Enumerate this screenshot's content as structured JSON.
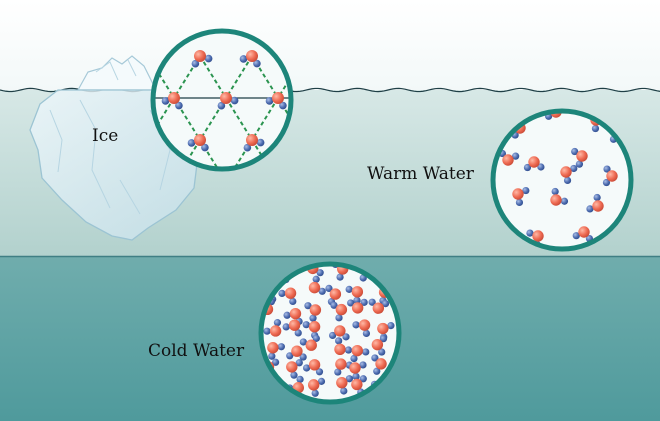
{
  "labels": {
    "ice": "Ice",
    "warm_water": "Warm Water",
    "cold_water": "Cold Water"
  },
  "colors": {
    "sky": "#ffffff",
    "warm_water": "#c2dbd8",
    "cold_water": "#5fa5a6",
    "circle_ring": "#1d857a",
    "circle_fill": "#f3f8f7",
    "oxygen": "#ef6a52",
    "hydrogen": "#4d6cb0",
    "hydrogen_bond": "#2b9450",
    "iceberg": "#d6eaf2"
  },
  "icons": {
    "ice_lattice": "ice-lattice-molecules",
    "warm_water": "warm-water-molecules",
    "cold_water": "cold-water-molecules",
    "iceberg": "iceberg"
  }
}
